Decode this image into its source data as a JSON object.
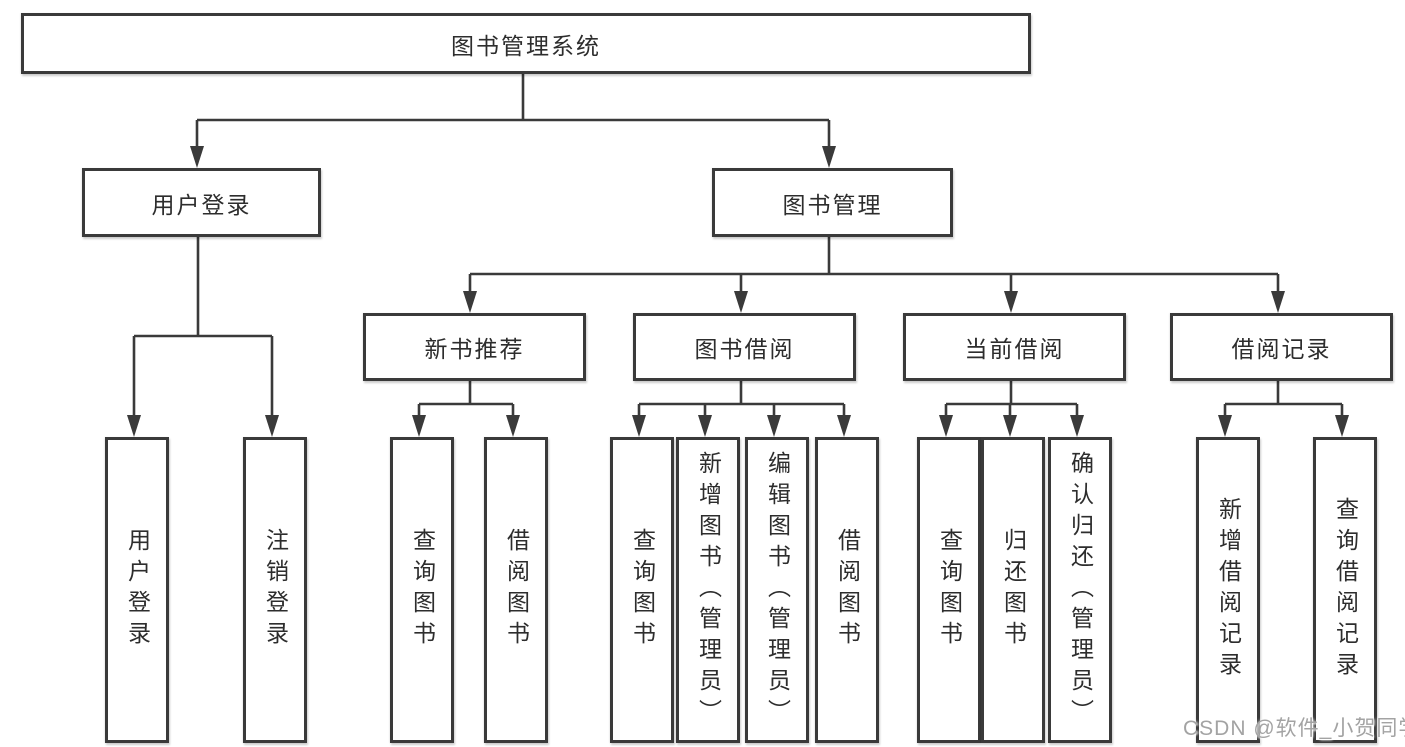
{
  "diagram_type": "hierarchy-chart",
  "tree": {
    "label": "图书管理系统",
    "children": [
      {
        "label": "用户登录",
        "children": [
          {
            "label": "用户登录"
          },
          {
            "label": "注销登录"
          }
        ]
      },
      {
        "label": "图书管理",
        "children": [
          {
            "label": "新书推荐",
            "children": [
              {
                "label": "查询图书"
              },
              {
                "label": "借阅图书"
              }
            ]
          },
          {
            "label": "图书借阅",
            "children": [
              {
                "label": "查询图书"
              },
              {
                "label": "新增图书（管理员）"
              },
              {
                "label": "编辑图书（管理员）"
              },
              {
                "label": "借阅图书"
              }
            ]
          },
          {
            "label": "当前借阅",
            "children": [
              {
                "label": "查询图书"
              },
              {
                "label": "归还图书"
              },
              {
                "label": "确认归还（管理员）"
              }
            ]
          },
          {
            "label": "借阅记录",
            "children": [
              {
                "label": "新增借阅记录"
              },
              {
                "label": "查询借阅记录"
              }
            ]
          }
        ]
      }
    ]
  },
  "watermark": "CSDN @软件_小贺同学",
  "colors": {
    "background": "#ffffff",
    "box_border": "#3a3a3a",
    "connector_line": "#3a3a3a",
    "text": "#2d2d2d",
    "watermark_text": "#a3a3a3"
  }
}
